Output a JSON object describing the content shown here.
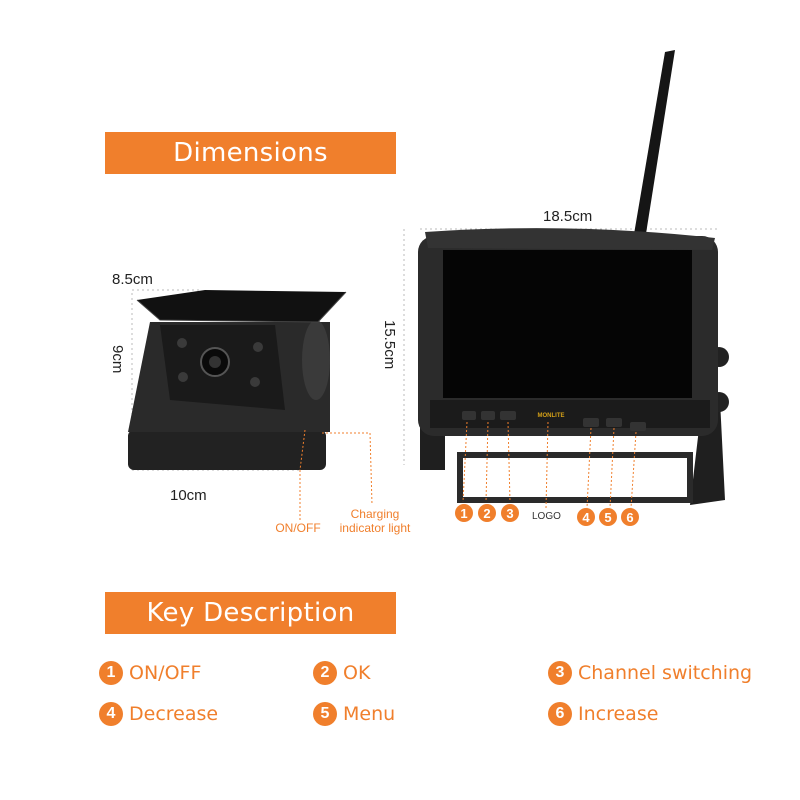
{
  "headings": {
    "dimensions": "Dimensions",
    "key_description": "Key Description"
  },
  "camera": {
    "width_top": "8.5cm",
    "height_side": "9cm",
    "width_bottom": "10cm",
    "on_off_label": "ON/OFF",
    "charging_label_line1": "Charging",
    "charging_label_line2": "indicator light"
  },
  "monitor": {
    "width": "18.5cm",
    "height": "15.5cm",
    "logo_label": "LOGO",
    "brand_text": "MONLITE",
    "button_numbers": [
      "1",
      "2",
      "3",
      "4",
      "5",
      "6"
    ]
  },
  "keys": [
    {
      "number": "1",
      "label": "ON/OFF"
    },
    {
      "number": "2",
      "label": "OK"
    },
    {
      "number": "3",
      "label": "Channel switching"
    },
    {
      "number": "4",
      "label": "Decrease"
    },
    {
      "number": "5",
      "label": "Menu"
    },
    {
      "number": "6",
      "label": "Increase"
    }
  ],
  "colors": {
    "accent": "#f07f2c",
    "device": "#1c1c1c"
  }
}
